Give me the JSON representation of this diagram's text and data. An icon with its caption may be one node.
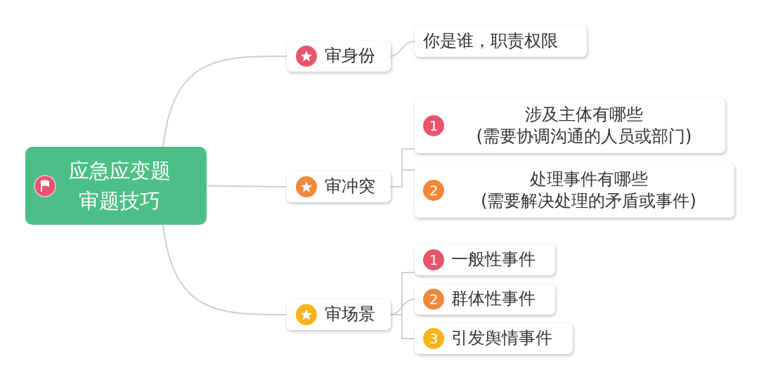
{
  "diagram": {
    "nodes": [
      {
        "text": [
          "应急应变题审题技巧"
        ]
      },
      {
        "text": [
          "审身份"
        ]
      },
      {
        "text": [
          "你是谁，职责权限"
        ]
      },
      {
        "text": [
          "审冲突"
        ]
      },
      {
        "text": [
          "1",
          "涉及主体有哪些",
          "(需要协调沟通的人员或部门)"
        ]
      },
      {
        "text": [
          "2",
          "处理事件有哪些",
          "(需要解决处理的矛盾或事件)"
        ]
      },
      {
        "text": [
          "审场景"
        ]
      },
      {
        "text": [
          "1",
          "一般性事件"
        ]
      },
      {
        "text": [
          "2",
          "群体性事件"
        ]
      },
      {
        "text": [
          "3",
          "引发舆情事件"
        ]
      }
    ],
    "edges": [
      {
        "from": 0,
        "to": 1,
        "arrow": "none"
      },
      {
        "from": 0,
        "to": 3,
        "arrow": "none"
      },
      {
        "from": 0,
        "to": 6,
        "arrow": "none"
      },
      {
        "from": 1,
        "to": 2,
        "arrow": "none"
      },
      {
        "from": 3,
        "to": 4,
        "arrow": "none"
      },
      {
        "from": 3,
        "to": 5,
        "arrow": "none"
      },
      {
        "from": 6,
        "to": 7,
        "arrow": "none"
      },
      {
        "from": 6,
        "to": 8,
        "arrow": "none"
      },
      {
        "from": 6,
        "to": 9,
        "arrow": "none"
      }
    ]
  }
}
